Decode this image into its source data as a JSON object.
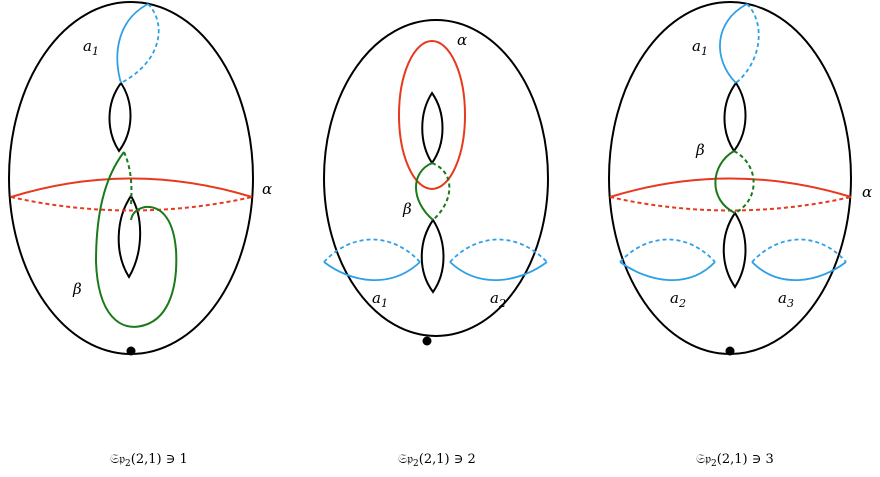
{
  "colors": {
    "outline": "#000000",
    "alpha_curve": "#e8391e",
    "beta_curve": "#1a7a1a",
    "a_curves": "#2ea0e6"
  },
  "panels": [
    {
      "labels": {
        "alpha": "α",
        "beta": "β",
        "a1_base": "a",
        "a1_sub": "1"
      },
      "caption": {
        "prefix": "𝔖𝔭",
        "sub": "2",
        "suffix": "(2,1) ∋ 1"
      }
    },
    {
      "labels": {
        "alpha": "α",
        "beta": "β",
        "a1_base": "a",
        "a1_sub": "1",
        "a2_base": "a",
        "a2_sub": "2"
      },
      "caption": {
        "prefix": "𝔖𝔭",
        "sub": "2",
        "suffix": "(2,1) ∋ 2"
      }
    },
    {
      "labels": {
        "alpha": "α",
        "beta": "β",
        "a1_base": "a",
        "a1_sub": "1",
        "a2_base": "a",
        "a2_sub": "2",
        "a3_base": "a",
        "a3_sub": "3"
      },
      "caption": {
        "prefix": "𝔖𝔭",
        "sub": "2",
        "suffix": "(2,1) ∋ 3"
      }
    }
  ]
}
